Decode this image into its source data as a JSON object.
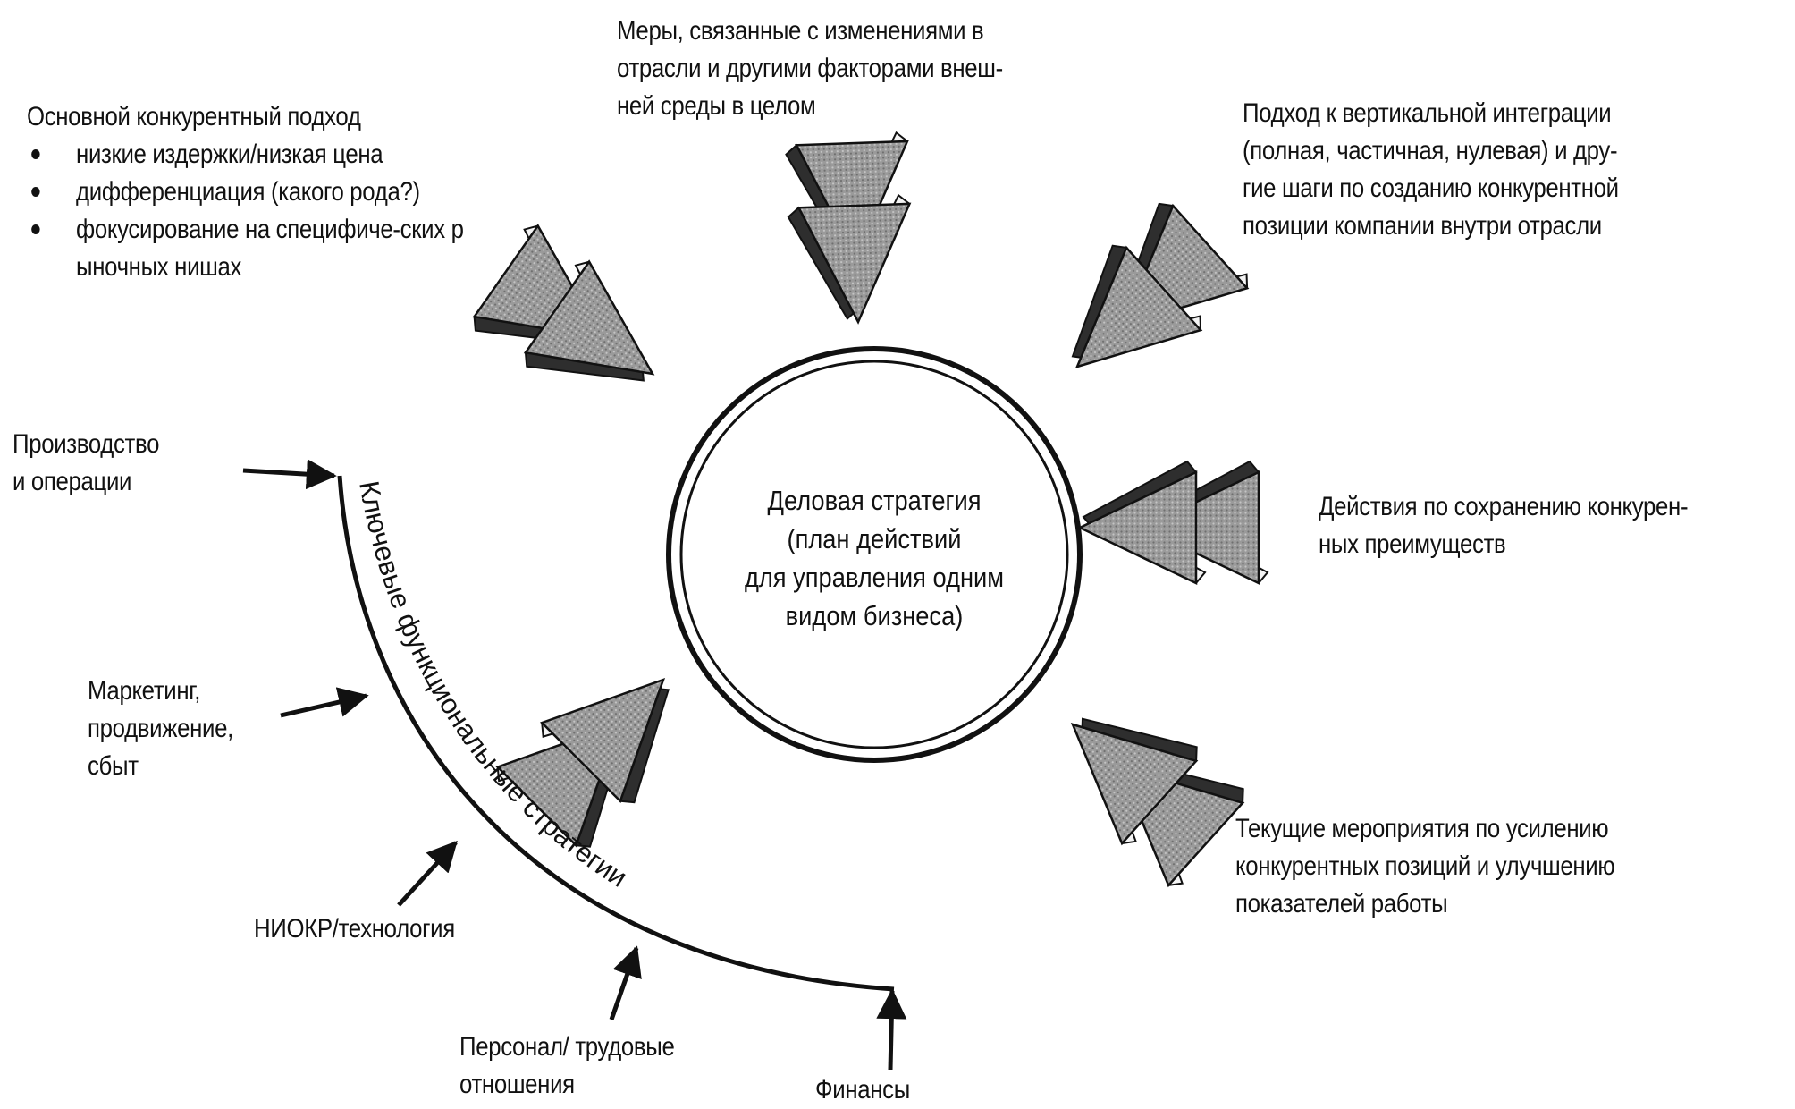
{
  "center": {
    "lines": [
      "Деловая стратегия",
      "(план действий",
      "для управления одним",
      "видом бизнеса)"
    ]
  },
  "top_left": {
    "title": "Основной конкурентный подход",
    "bullets": [
      "низкие издержки/низкая цена",
      "дифференциация (какого рода?)",
      "фокусирование на специфиче-ских рыночных нишах"
    ]
  },
  "top_center": {
    "lines": [
      "Меры, связанные с изменениями в",
      "отрасли и другими факторами внеш-",
      "ней среды в целом"
    ]
  },
  "top_right": {
    "lines": [
      "Подход к вертикальной интеграции",
      "(полная, частичная, нулевая) и дру-",
      "гие шаги по созданию конкурентной",
      "позиции компании внутри отрасли"
    ]
  },
  "right": {
    "lines": [
      "Действия по сохранению конкурен-",
      "ных преимуществ"
    ]
  },
  "bottom_right": {
    "lines": [
      "Текущие мероприятия по усилению",
      "конкурентных позиций и улучшению",
      "показателей работы"
    ]
  },
  "functional": {
    "arc_label": "Ключевые функциональные стратегии",
    "production": [
      "Производство",
      "и операции"
    ],
    "marketing": [
      "Маркетинг,",
      "продвижение,",
      "сбыт"
    ],
    "rnd": "НИОКР/технология",
    "personnel": [
      "Персонал/ трудовые",
      "отношения"
    ],
    "finance": "Финансы"
  },
  "colors": {
    "ink": "#111111",
    "arrow_fill": "#8c8c8c",
    "arrow_light": "#f2f2f2",
    "arrow_dark": "#3a3a3a"
  }
}
